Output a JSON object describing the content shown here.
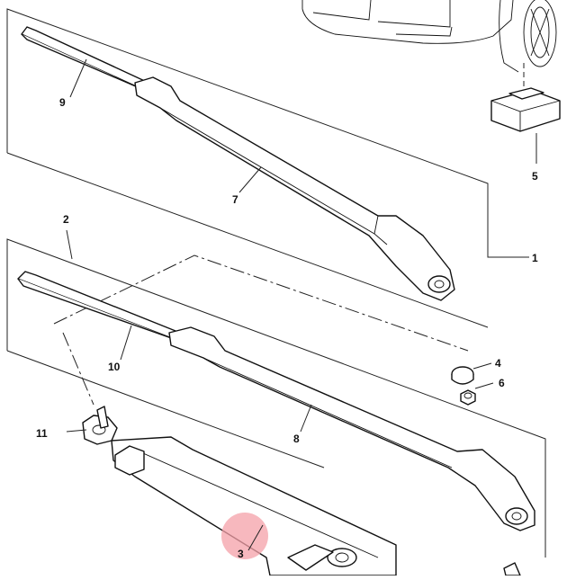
{
  "diagram": {
    "callouts": [
      {
        "id": "callout-9",
        "label": "9"
      },
      {
        "id": "callout-7",
        "label": "7"
      },
      {
        "id": "callout-5",
        "label": "5"
      },
      {
        "id": "callout-1",
        "label": "1"
      },
      {
        "id": "callout-2",
        "label": "2"
      },
      {
        "id": "callout-10",
        "label": "10"
      },
      {
        "id": "callout-4",
        "label": "4"
      },
      {
        "id": "callout-6",
        "label": "6"
      },
      {
        "id": "callout-11",
        "label": "11"
      },
      {
        "id": "callout-8",
        "label": "8"
      },
      {
        "id": "callout-3",
        "label": "3"
      }
    ],
    "highlight_color": "#f4a0a8"
  }
}
